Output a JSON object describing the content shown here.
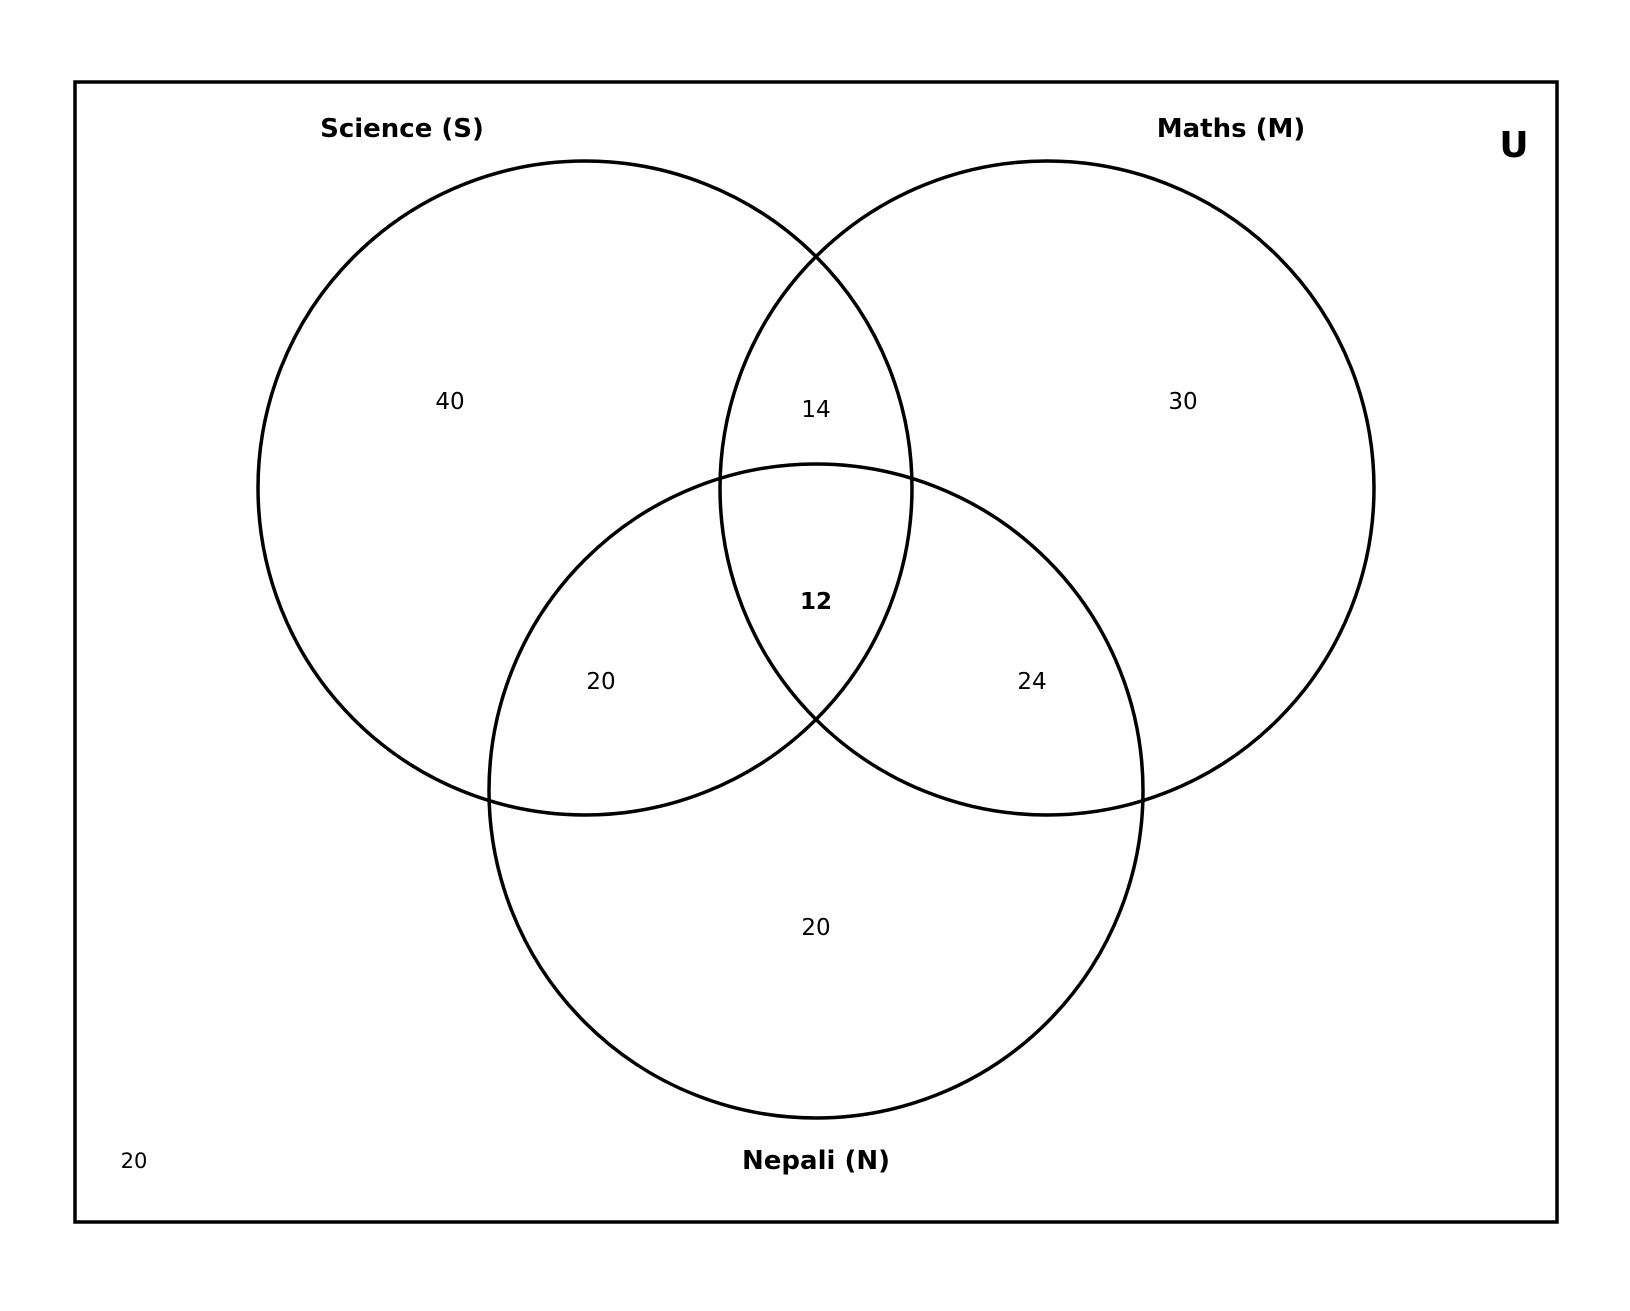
{
  "diagram": {
    "type": "venn-3",
    "universe_label": "U",
    "sets": {
      "science": {
        "label": "Science (S)"
      },
      "maths": {
        "label": "Maths (M)"
      },
      "nepali": {
        "label": "Nepali (N)"
      }
    },
    "regions": {
      "science_only": "40",
      "maths_only": "30",
      "nepali_only": "20",
      "science_maths_only": "14",
      "science_nepali_only": "20",
      "maths_nepali_only": "24",
      "all_three": "12",
      "outside": "20"
    }
  }
}
